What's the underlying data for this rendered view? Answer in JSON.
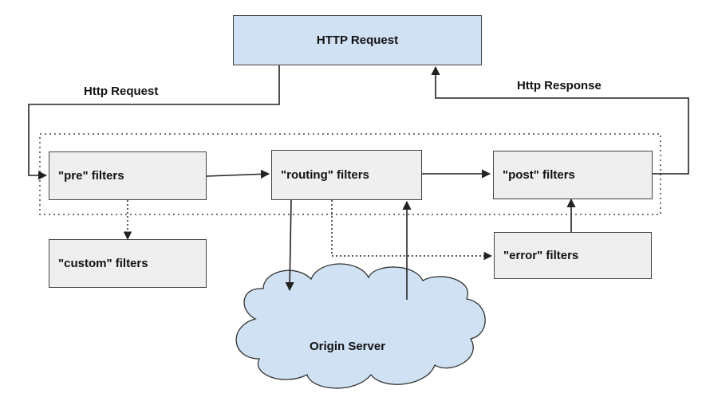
{
  "nodes": {
    "http_request_box": "HTTP Request",
    "pre": "\"pre\" filters",
    "routing": "\"routing\" filters",
    "post": "\"post\" filters",
    "custom": "\"custom\" filters",
    "error": "\"error\" filters",
    "origin": "Origin Server"
  },
  "edges": {
    "request_label": "Http Request",
    "response_label": "Http Response"
  },
  "colors": {
    "request_box_fill": "#cfe1f3",
    "filter_box_fill": "#efefef",
    "cloud_fill": "#cfe1f3",
    "stroke": "#222222"
  }
}
